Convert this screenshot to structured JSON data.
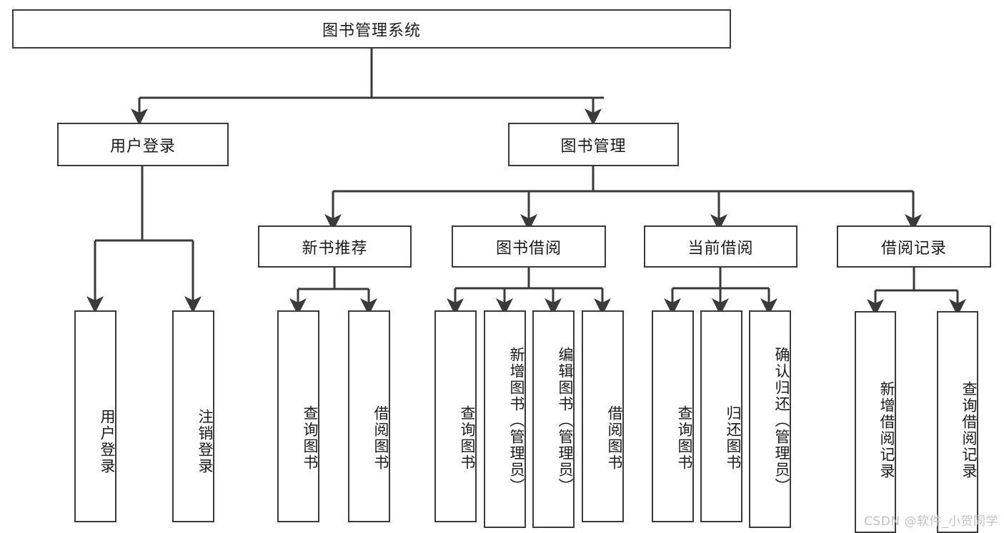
{
  "diagram": {
    "title": "图书管理系统",
    "type": "tree",
    "root": {
      "id": "root",
      "label": "图书管理系统"
    },
    "level2": [
      {
        "id": "user-login",
        "label": "用户登录"
      },
      {
        "id": "book-management",
        "label": "图书管理"
      }
    ],
    "level3": [
      {
        "id": "new-book-recommend",
        "label": "新书推荐",
        "parent": "book-management"
      },
      {
        "id": "book-borrow",
        "label": "图书借阅",
        "parent": "book-management"
      },
      {
        "id": "current-borrow",
        "label": "当前借阅",
        "parent": "book-management"
      },
      {
        "id": "borrow-record",
        "label": "借阅记录",
        "parent": "book-management"
      }
    ],
    "leaves": [
      {
        "id": "leaf-user-login",
        "label": "用户登录",
        "parent": "user-login"
      },
      {
        "id": "leaf-user-logout",
        "label": "注销登录",
        "parent": "user-login"
      },
      {
        "id": "leaf-query-book-1",
        "label": "查询图书",
        "parent": "new-book-recommend"
      },
      {
        "id": "leaf-borrow-book-1",
        "label": "借阅图书",
        "parent": "new-book-recommend"
      },
      {
        "id": "leaf-query-book-2",
        "label": "查询图书",
        "parent": "book-borrow"
      },
      {
        "id": "leaf-add-book",
        "label": "新增图书（管理员）",
        "parent": "book-borrow"
      },
      {
        "id": "leaf-edit-book",
        "label": "编辑图书（管理员）",
        "parent": "book-borrow"
      },
      {
        "id": "leaf-borrow-book-2",
        "label": "借阅图书",
        "parent": "book-borrow"
      },
      {
        "id": "leaf-query-book-3",
        "label": "查询图书",
        "parent": "current-borrow"
      },
      {
        "id": "leaf-return-book",
        "label": "归还图书",
        "parent": "current-borrow"
      },
      {
        "id": "leaf-confirm-return",
        "label": "确认归还（管理员）",
        "parent": "current-borrow"
      },
      {
        "id": "leaf-add-record",
        "label": "新增借阅记录",
        "parent": "borrow-record"
      },
      {
        "id": "leaf-query-record",
        "label": "查询借阅记录",
        "parent": "borrow-record"
      }
    ],
    "colors": {
      "stroke": "#3a3a3a",
      "fill": "#ffffff",
      "text": "#1a1a1a",
      "watermark": "#c2c2c2"
    }
  },
  "watermark": {
    "text": "CSDN @软件_小贺同学"
  }
}
